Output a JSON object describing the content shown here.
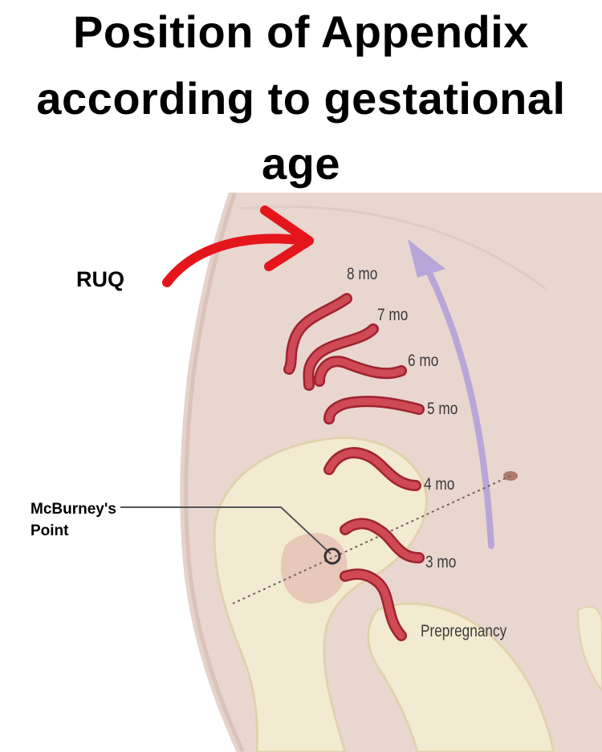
{
  "title": {
    "line1": "Position of Appendix",
    "line2": "according to gestational",
    "line3": "age"
  },
  "labels": {
    "ruq": "RUQ",
    "mcburney": "McBurney's\nPoint"
  },
  "stages": [
    {
      "label": "8 mo"
    },
    {
      "label": "7 mo"
    },
    {
      "label": "6 mo"
    },
    {
      "label": "5 mo"
    },
    {
      "label": "4 mo"
    },
    {
      "label": "3 mo"
    },
    {
      "label": "Prepregnancy"
    }
  ],
  "colors": {
    "skin": "#e9d6cf",
    "skin_shadow": "#d7bdb3",
    "bone": "#f3ead2",
    "bone_edge": "#e1d2ad",
    "appendix": "#c2323f",
    "arrow_red": "#e4161c",
    "arrow_lavender": "#b9a6d8",
    "text": "#000000"
  }
}
